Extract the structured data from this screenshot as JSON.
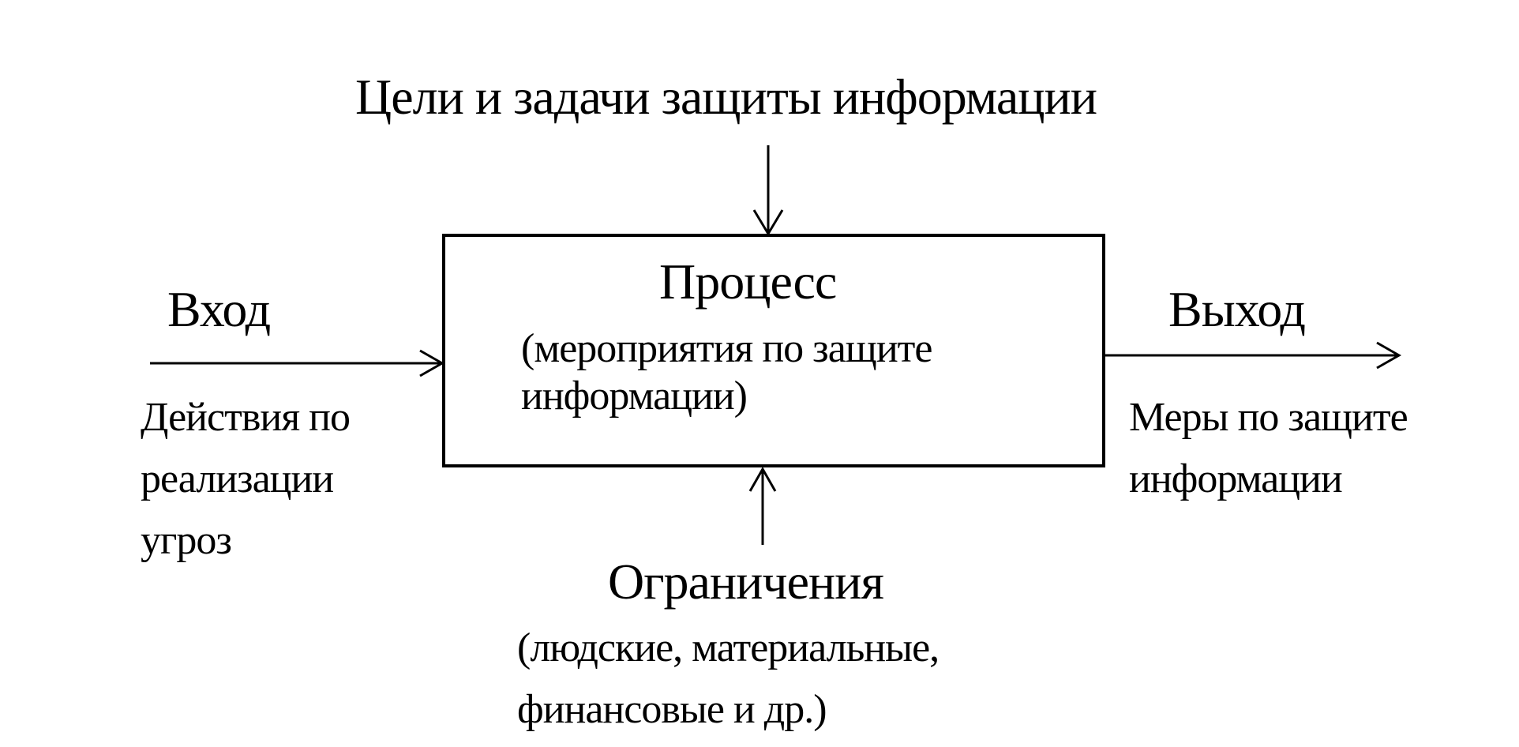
{
  "diagram": {
    "goals": "Цели и задачи защиты информации",
    "process": {
      "title": "Процесс",
      "subtitle_line1": "(мероприятия по защите",
      "subtitle_line2": "информации)"
    },
    "input": {
      "title": "Вход",
      "desc_line1": "Действия по",
      "desc_line2": "реализации",
      "desc_line3": "угроз"
    },
    "output": {
      "title": "Выход",
      "desc_line1": "Меры по защите",
      "desc_line2": "информации"
    },
    "limits": {
      "title": "Ограничения",
      "sub_line1": "(людские, материальные,",
      "sub_line2": "финансовые и др.)"
    },
    "colors": {
      "stroke": "#000000",
      "background": "#ffffff"
    }
  }
}
